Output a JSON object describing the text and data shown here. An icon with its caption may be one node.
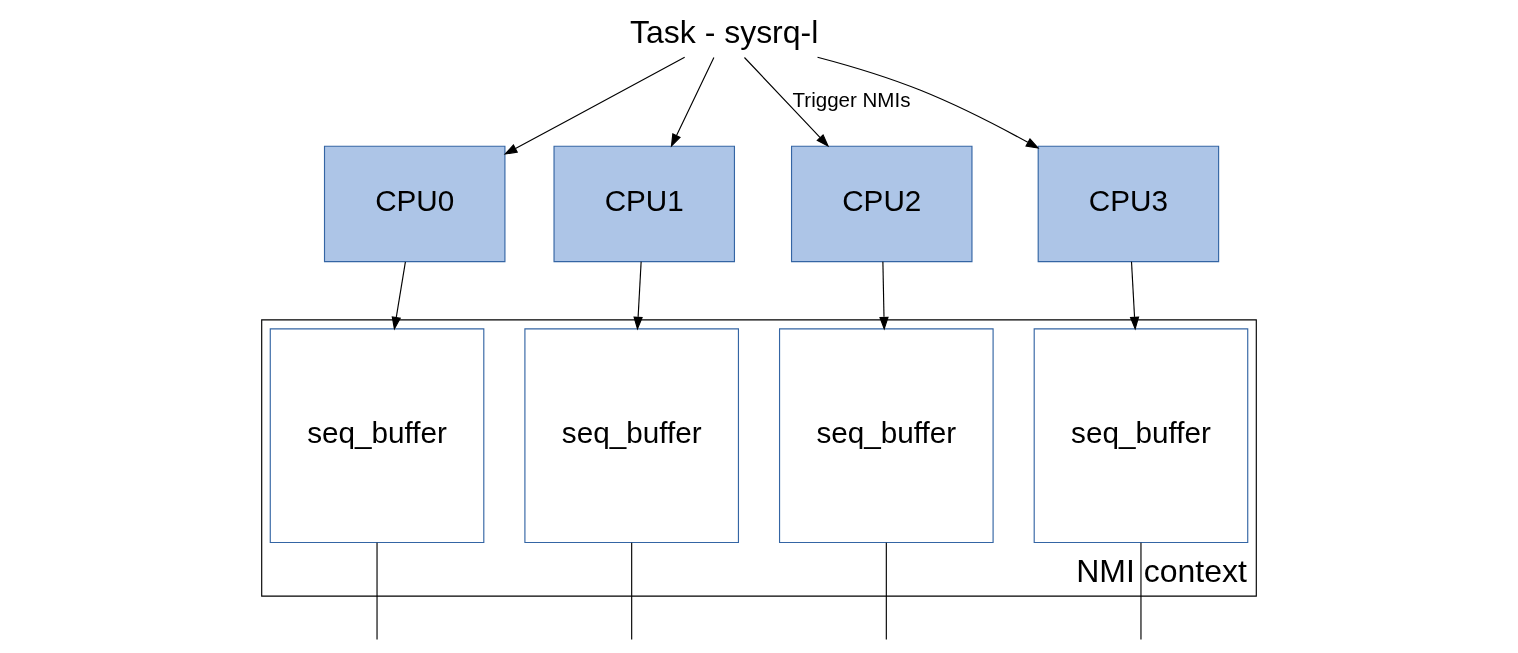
{
  "diagram": {
    "nodes": [
      {
        "text": [
          "Task - sysrq-l"
        ]
      },
      {
        "text": [
          "CPU0"
        ]
      },
      {
        "text": [
          "CPU1"
        ]
      },
      {
        "text": [
          "CPU2"
        ]
      },
      {
        "text": [
          "CPU3"
        ]
      },
      {
        "text": [
          "NMI context"
        ]
      },
      {
        "text": [
          "seq_buffer"
        ],
        "in": 5
      },
      {
        "text": [
          "seq_buffer"
        ],
        "in": 5
      },
      {
        "text": [
          "seq_buffer"
        ],
        "in": 5
      },
      {
        "text": [
          "seq_buffer"
        ],
        "in": 5
      }
    ],
    "edges": [
      {
        "from": 0,
        "to": 1,
        "arrow": "to"
      },
      {
        "from": 0,
        "to": 2,
        "arrow": "to"
      },
      {
        "from": 0,
        "to": 3,
        "arrow": "to",
        "label": "Trigger NMIs"
      },
      {
        "from": 0,
        "to": 4,
        "arrow": "to"
      },
      {
        "from": 1,
        "to": 6,
        "arrow": "to"
      },
      {
        "from": 2,
        "to": 7,
        "arrow": "to"
      },
      {
        "from": 3,
        "to": 8,
        "arrow": "to"
      },
      {
        "from": 4,
        "to": 9,
        "arrow": "to"
      },
      {
        "from": 6,
        "to": null,
        "arrow": "none"
      },
      {
        "from": 7,
        "to": null,
        "arrow": "none"
      },
      {
        "from": 8,
        "to": null,
        "arrow": "none"
      },
      {
        "from": 9,
        "to": null,
        "arrow": "none"
      }
    ]
  }
}
